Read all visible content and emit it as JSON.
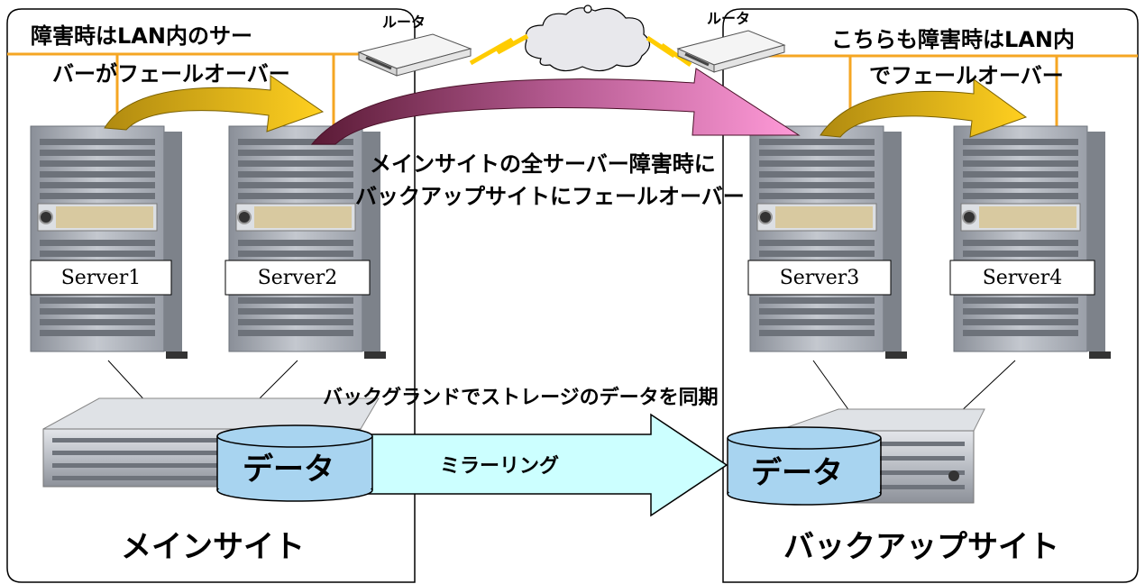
{
  "colors": {
    "line_orange": "#f5a623",
    "arrow_gold": "#e0b000",
    "arrow_pink": "#e87cc0",
    "arrow_maroon": "#6b2040",
    "storage_blue": "#a8d4f0",
    "mirror_cyan": "#ccffff",
    "server_body": "#b0b4bb",
    "server_panel": "#d8c9a0"
  },
  "icons": [
    "router-icon",
    "cloud-icon",
    "server-tower-icon",
    "storage-array-icon",
    "disk-cylinder-icon"
  ],
  "labels": {
    "router_left": "ルータ",
    "router_right": "ルータ",
    "main_failover": [
      "障害時はLAN内のサー",
      "バーがフェールオーバー"
    ],
    "backup_failover": [
      "こちらも障害時はLAN内",
      "でフェールオーバー"
    ],
    "site_failover": [
      "メインサイトの全サーバー障害時に",
      "バックアップサイトにフェールオーバー"
    ],
    "background_sync": "バックグランドでストレージのデータを同期",
    "mirroring": "ミラーリング",
    "data_left": "データ",
    "data_right": "データ",
    "main_site": "メインサイト",
    "backup_site": "バックアップサイト"
  },
  "servers": [
    {
      "name": "Server1"
    },
    {
      "name": "Server2"
    },
    {
      "name": "Server3"
    },
    {
      "name": "Server4"
    }
  ]
}
